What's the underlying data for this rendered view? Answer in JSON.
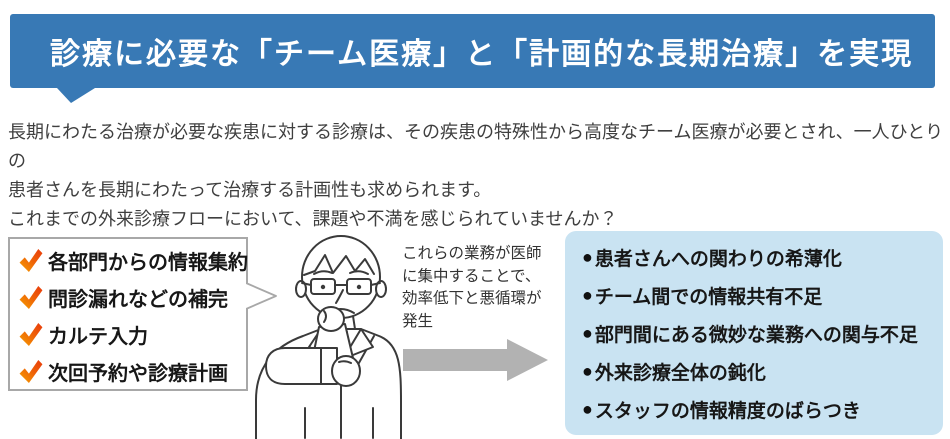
{
  "header": {
    "title": "診療に必要な「チーム医療」と「計画的な長期治療」を実現"
  },
  "intro": {
    "text": "長期にわたる治療が必要な疾患に対する診療は、その疾患の特殊性から高度なチーム医療が必要とされ、一人ひとりの\n患者さんを長期にわたって治療する計画性も求められます。\nこれまでの外来診療フローにおいて、課題や不満を感じられていませんか？"
  },
  "checklist": {
    "items": [
      "各部門からの情報集約",
      "問診漏れなどの補完",
      "カルテ入力",
      "次回予約や診療計画"
    ],
    "check_icon": "check-gradient-icon"
  },
  "doctor_note": {
    "text": "これらの業務が医師\nに集中することで、\n効率低下と悪循環が\n発生"
  },
  "problems": {
    "bullet": "●",
    "items": [
      "患者さんへの関わりの希薄化",
      "チーム間での情報共有不足",
      "部門間にある微妙な業務への関与不足",
      "外来診療全体の鈍化",
      "スタッフの情報精度のばらつき"
    ]
  },
  "colors": {
    "banner_blue": "#3879b5",
    "panel_blue": "#c9e3f2",
    "arrow_gray": "#b2b2b2",
    "check_red": "#e8380d",
    "check_orange": "#f7a600",
    "box_border_gray": "#a8a8a8"
  }
}
